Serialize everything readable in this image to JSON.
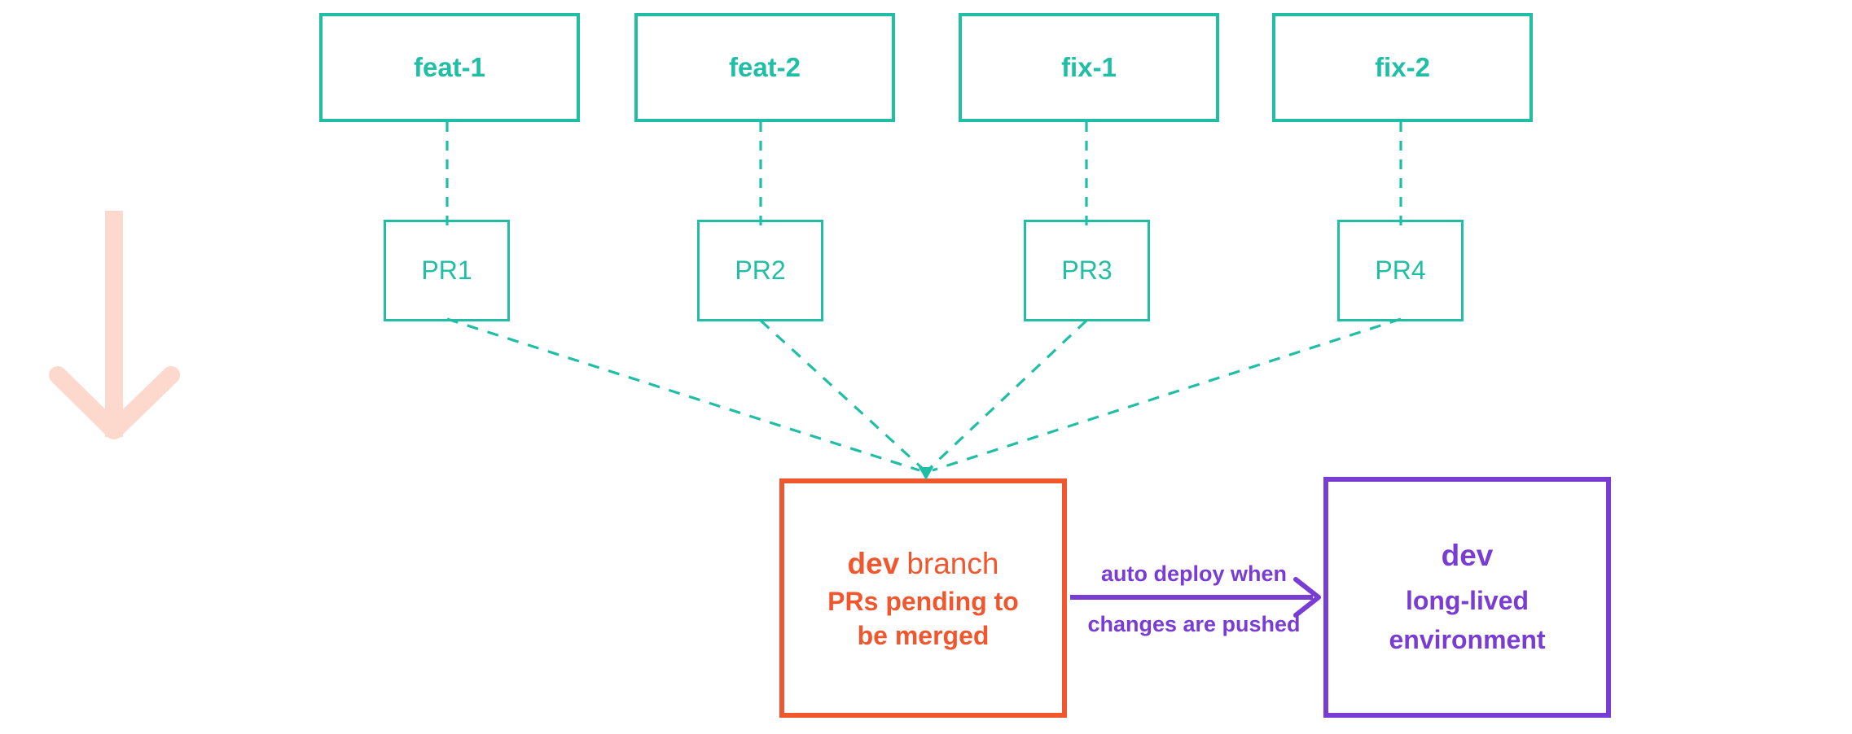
{
  "diagram": {
    "branches": [
      {
        "label": "feat-1"
      },
      {
        "label": "feat-2"
      },
      {
        "label": "fix-1"
      },
      {
        "label": "fix-2"
      }
    ],
    "pull_requests": [
      {
        "label": "PR1"
      },
      {
        "label": "PR2"
      },
      {
        "label": "PR3"
      },
      {
        "label": "PR4"
      }
    ],
    "dev_branch": {
      "title_bold": "dev",
      "title_rest": "branch",
      "subtitle_line1": "PRs pending to",
      "subtitle_line2": "be merged"
    },
    "dev_environment": {
      "title": "dev",
      "subtitle_line1": "long-lived",
      "subtitle_line2": "environment"
    },
    "deploy_arrow": {
      "label_line1": "auto deploy when",
      "label_line2": "changes are pushed"
    }
  },
  "colors": {
    "teal": "#20bfa5",
    "orange": "#f0572e",
    "purple": "#7a3dd4",
    "pink": "#fcd9cc",
    "background": "#ffffff"
  }
}
